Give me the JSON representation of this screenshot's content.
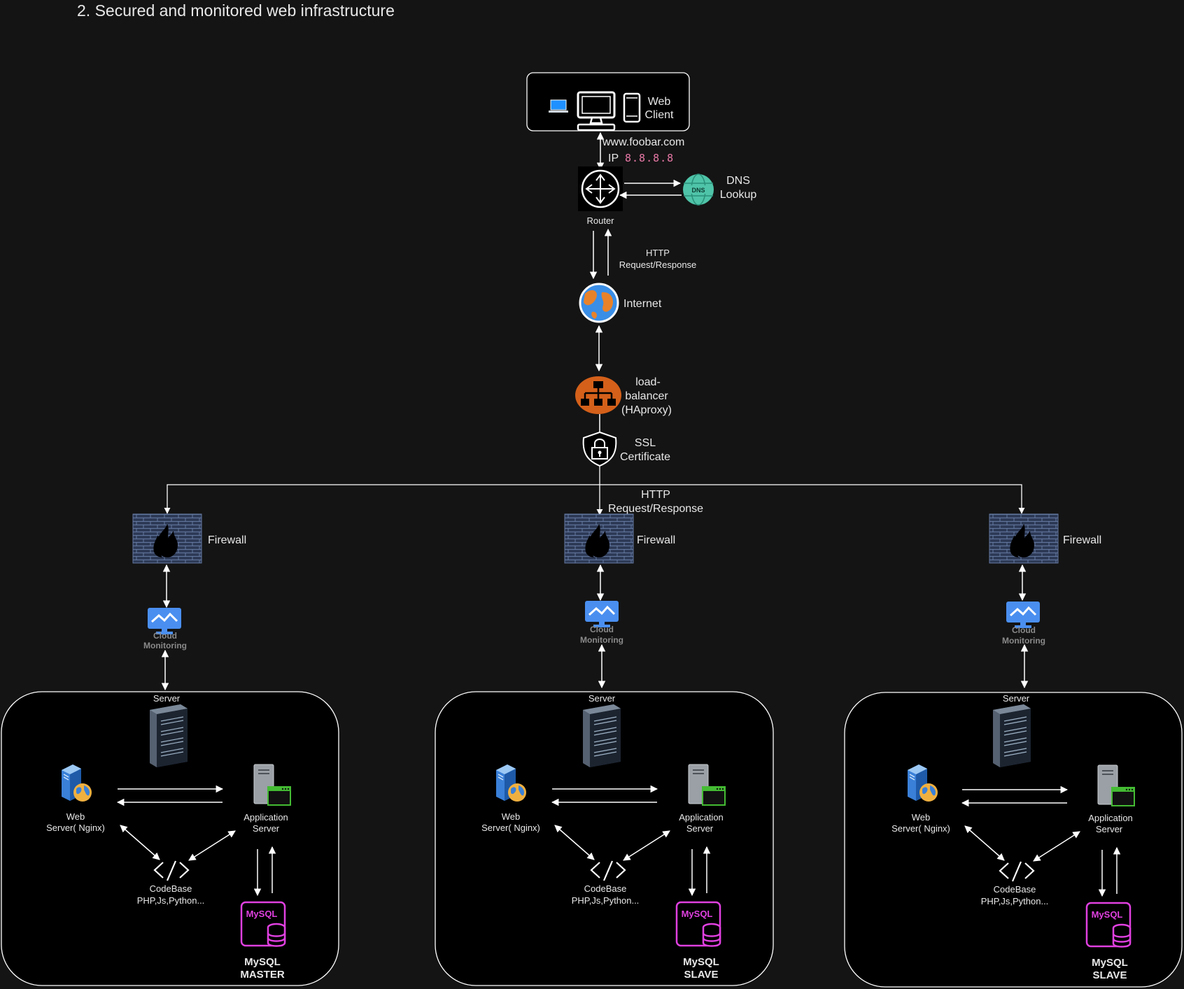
{
  "title": "2. Secured and monitored web infrastructure",
  "client": {
    "label_line1": "Web",
    "label_line2": "Client"
  },
  "domain": "www.foobar.com",
  "ip": {
    "prefix": "IP",
    "value": "8.8.8.8"
  },
  "router": {
    "label": "Router"
  },
  "dns": {
    "badge": "DNS",
    "label_line1": "DNS",
    "label_line2": "Lookup"
  },
  "http_top": {
    "line1": "HTTP",
    "line2": "Request/Response"
  },
  "internet": {
    "label": "Internet"
  },
  "load_balancer": {
    "line1": "load-",
    "line2": "balancer",
    "line3": "(HAproxy)"
  },
  "ssl": {
    "line1": "SSL",
    "line2": "Certificate"
  },
  "http_mid": {
    "line1": "HTTP",
    "line2": "Request/Response"
  },
  "branches": [
    {
      "firewall": "Firewall",
      "monitoring": {
        "line1": "Cloud",
        "line2": "Monitoring"
      },
      "server": "Server",
      "web_server": {
        "line1": "Web",
        "line2": "Server( Nginx)"
      },
      "app_server": {
        "line1": "Application",
        "line2": "Server"
      },
      "codebase": {
        "line1": "CodeBase",
        "line2": "PHP,Js,Python..."
      },
      "db": {
        "badge": "MySQL",
        "line1": "MySQL",
        "line2": "MASTER"
      }
    },
    {
      "firewall": "Firewall",
      "monitoring": {
        "line1": "Cloud",
        "line2": "Monitoring"
      },
      "server": "Server",
      "web_server": {
        "line1": "Web",
        "line2": "Server( Nginx)"
      },
      "app_server": {
        "line1": "Application",
        "line2": "Server"
      },
      "codebase": {
        "line1": "CodeBase",
        "line2": "PHP,Js,Python..."
      },
      "db": {
        "badge": "MySQL",
        "line1": "MySQL",
        "line2": "SLAVE"
      }
    },
    {
      "firewall": "Firewall",
      "monitoring": {
        "line1": "Cloud",
        "line2": "Monitoring"
      },
      "server": "Server",
      "web_server": {
        "line1": "Web",
        "line2": "Server( Nginx)"
      },
      "app_server": {
        "line1": "Application",
        "line2": "Server"
      },
      "codebase": {
        "line1": "CodeBase",
        "line2": "PHP,Js,Python..."
      },
      "db": {
        "badge": "MySQL",
        "line1": "MySQL",
        "line2": "SLAVE"
      }
    }
  ],
  "colors": {
    "background": "#141414",
    "box": "#000000",
    "line": "#ffffff",
    "ip_value": "#e879a6",
    "mysql": "#e040e0",
    "load_balancer": "#d4601a",
    "dns": "#4fc4a8",
    "monitoring": "#4a8ff0",
    "firewall": "#3c4a66"
  }
}
